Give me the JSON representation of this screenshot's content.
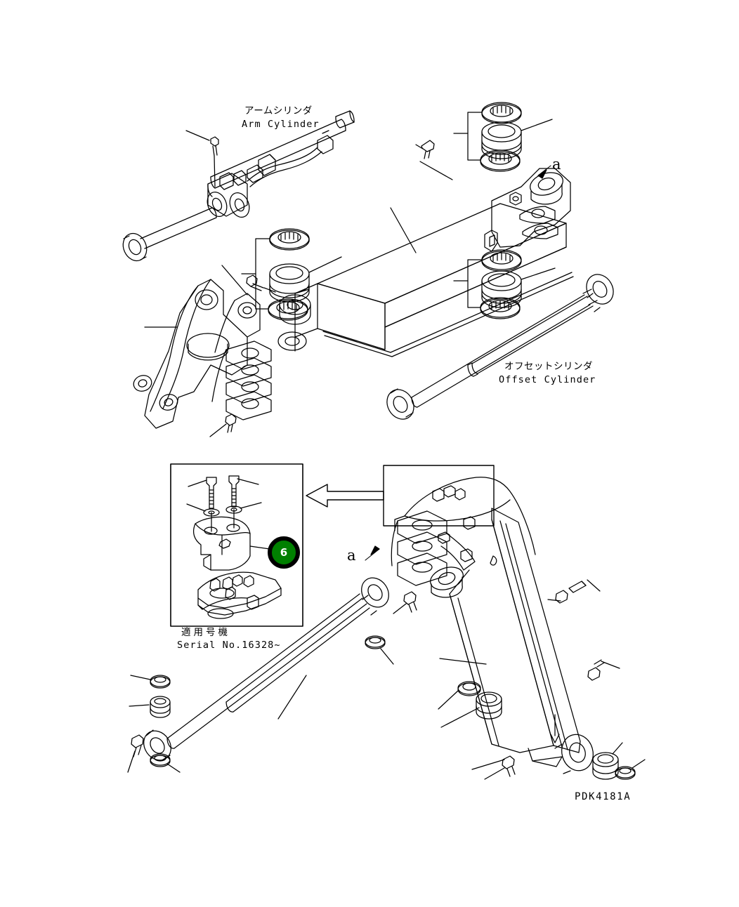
{
  "sheet": {
    "drawing_code": "PDK4181A",
    "background": "#ffffff",
    "line_color": "#000000"
  },
  "labels": {
    "arm_cylinder": {
      "jp": "アームシリンダ",
      "en": "Arm Cylinder"
    },
    "offset_cylinder": {
      "jp": "オフセットシリンダ",
      "en": "Offset Cylinder"
    },
    "serial_note": {
      "jp": "適用号機",
      "en": "Serial No.16328~"
    }
  },
  "section_marks": {
    "upper": "a",
    "lower": "a"
  },
  "callouts": [
    {
      "number": "6",
      "color": "#008000",
      "ring": "#000000",
      "text_color": "#ffffff"
    }
  ],
  "icons": {
    "section_arrow_upper": "arrow-down-left-icon",
    "section_arrow_lower": "arrow-up-right-icon",
    "detail_arrow": "block-arrow-left-icon"
  }
}
